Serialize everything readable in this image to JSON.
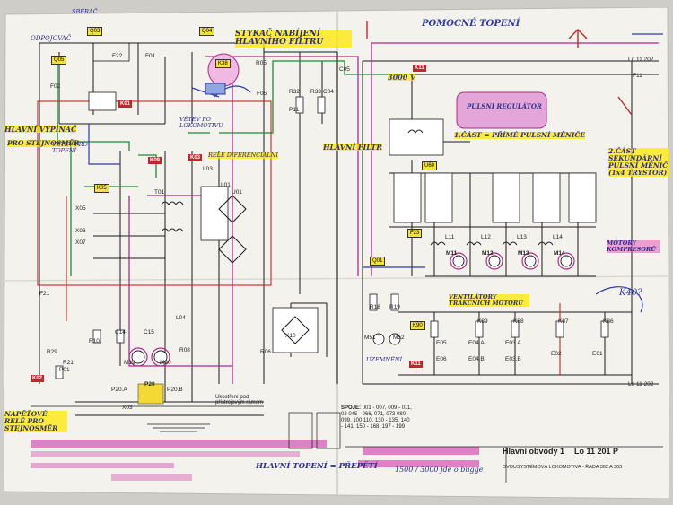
{
  "diagram": {
    "handwritten": {
      "hlavni_vypinac": "HLAVNÍ VYPÍNAČ",
      "pro_stejnosmer": "PRO STEJNOSMĚR",
      "odpojovace": "ODPOJOVAČ",
      "sberac": "SBĚRAČ",
      "stykac": "STYKAČ NABÍJENÍ HLAVNÍHO FILTRU",
      "pomocne_topeni": "POMOCNÉ TOPENÍ",
      "hlavni_filtr": "HLAVNÍ FILTR",
      "vetev_topeni": "VĚTEV PRO TOPENÍ",
      "vetev_lokomotivu": "VĚTEV PO LOKOMOTIVU",
      "rele_diferencialni": "RELÉ DIFERENCIÁLNÍ",
      "cast1": "1.ČÁST = PŘÍMÉ PULSNÍ MĚNIČE",
      "cast2": "2.ČÁST SEKUNDÁRNÍ PULSNÍ MĚNIČ (1x4 TRYSTOR)",
      "pulsni_regulator": "PULSNÍ REGULÁTOR",
      "motory_kompresoru": "MOTORY KOMPRESORŮ",
      "ventilatory": "VENTILÁTORY TRAKČNÍCH MOTORŮ",
      "uzemneni": "UZEMNĚNÍ",
      "napetove_rele": "NAPĚŤOVÉ RELÉ PRO STEJNOSMĚR",
      "klavne_topeni": "HLAVNÍ TOPENÍ = PŘEPĚTÍ",
      "volt_3000": "3000 V",
      "k40": "K40?",
      "vlakove": "1500 / 3000 jde o bugge"
    },
    "printed": {
      "q03": "Q03",
      "q04": "Q04",
      "q05": "Q05",
      "k01": "K01",
      "k02": "K02",
      "k03": "K03",
      "k05": "K05",
      "k09": "K09",
      "k11": "K11",
      "k11b": "K11",
      "k38": "K38",
      "k90": "K90",
      "k87": "K87",
      "k86": "K86",
      "k88": "K88",
      "k89": "K89",
      "m11": "M11",
      "m12": "M12",
      "m13": "M13",
      "m14": "M14",
      "m19": "M19",
      "m20": "M20",
      "m51": "M51",
      "m52": "M52",
      "l01": "L01",
      "l03": "L03",
      "l04": "L04",
      "l11": "L11",
      "l12": "L12",
      "l13": "L13",
      "l14": "L14",
      "u01": "U01",
      "u60": "U60",
      "f01": "F01",
      "f02": "F02",
      "f05": "F05",
      "f11": "F11",
      "f21": "F21",
      "f22": "F22",
      "f23": "F23",
      "r05": "R05",
      "r06": "R06",
      "r08": "R08",
      "r10": "R10",
      "r18": "R18",
      "r19": "R19",
      "r21": "R21",
      "r29": "R29",
      "r32": "R32",
      "r33": "R33",
      "c04": "C04",
      "c05": "C05",
      "c14": "C14",
      "c15": "C15",
      "x05": "X05",
      "x06": "X06",
      "x07": "X07",
      "x03": "X03",
      "x10": "X10",
      "p20": "P20",
      "p20a": "P20.A",
      "p20b": "P20.B",
      "p01": "P01",
      "p11": "P11",
      "e01": "E01",
      "e02": "E02",
      "e03a": "E03.A",
      "e03b": "E03.B",
      "e04a": "E04.A",
      "e04b": "E04.B",
      "e05": "E05",
      "e06": "E06",
      "t01": "T01",
      "lo11202": "Lo 11 202",
      "lo11201": "Lo 11 201"
    },
    "title_block": {
      "title": "Hlavní obvody 1",
      "drawing_no": "Lo 11 201 P",
      "company": "DVOUSYSTÉMOVÁ LOKOMOTIVA - ŘADA 362 A 363",
      "spoje_label": "SPOJE:",
      "spoje_values": "001 - 007, 009 - 011, 02 045 - 066, 071, 073 080 - 099, 100 110, 130 - 135, 140 - 141, 150 - 168, 197 - 199",
      "note": "Ukostření pod přístrojovým rámem"
    }
  }
}
